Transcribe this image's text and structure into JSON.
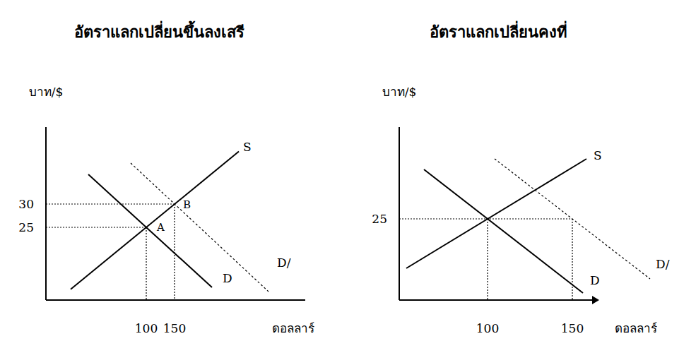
{
  "diagram": {
    "labels": [
      "อัตราแลกเปลี่ยนขึ้นลงเสรี",
      "อัตราแลกเปลี่ยนคงที่",
      "บาท/$",
      "30",
      "25",
      "B",
      "A",
      "S",
      "D",
      "D/",
      "100",
      "150",
      "ดอลลาร์",
      "บาท/$",
      "S",
      "25",
      "D/",
      "D",
      "100",
      "150",
      "ดอลลาร์"
    ]
  }
}
